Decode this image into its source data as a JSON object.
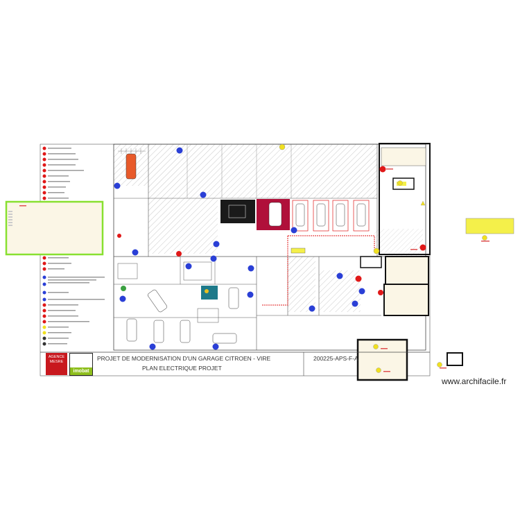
{
  "title_block": {
    "line1": "PROJET DE MODERNISATION D'UN GARAGE CITROEN - VIRE",
    "line2": "PLAN ELECTRIQUE PROJET",
    "code": "200225-APS-F-A"
  },
  "logos": {
    "agence": "AGENCE MESRE",
    "imobat": "imobat"
  },
  "watermark": "www.archifacile.fr",
  "colors": {
    "hatch": "#b0b0b0",
    "red_marker": "#e01818",
    "blue_marker": "#2a3fd6",
    "yellow_marker": "#f0e020",
    "yellow_panel": "#f4f04a",
    "green_panel_border": "#88e030",
    "cream_room": "#fbf6e6",
    "car_bay": "#b0103a"
  }
}
